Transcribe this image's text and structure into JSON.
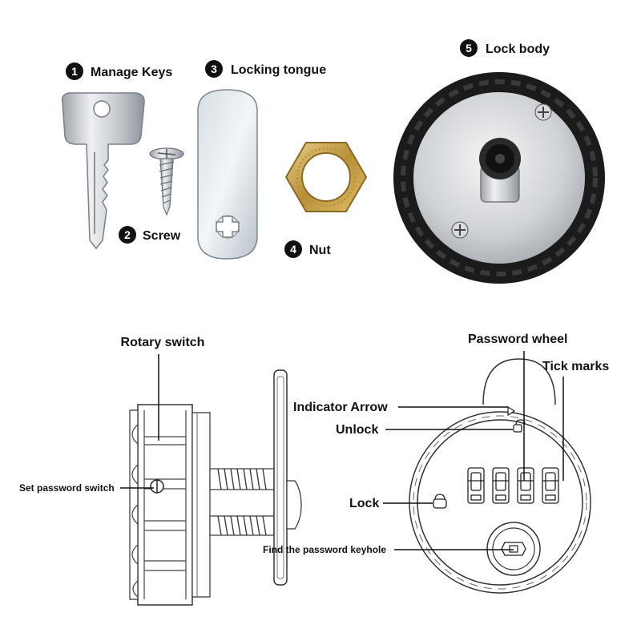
{
  "parts": [
    {
      "number": "1",
      "label": "Manage Keys"
    },
    {
      "number": "2",
      "label": "Screw"
    },
    {
      "number": "3",
      "label": "Locking tongue"
    },
    {
      "number": "4",
      "label": "Nut"
    },
    {
      "number": "5",
      "label": "Lock body"
    }
  ],
  "side_view": {
    "rotary_switch": "Rotary switch",
    "set_password_switch": "Set password switch"
  },
  "front_view": {
    "password_wheel": "Password wheel",
    "tick_marks": "Tick marks",
    "indicator_arrow": "Indicator Arrow",
    "unlock": "Unlock",
    "lock": "Lock",
    "find_keyhole": "Find the password keyhole"
  },
  "colors": {
    "badge": "#111111",
    "metal": "#c9ccd1",
    "brass": "#c8a24a",
    "lock_rim": "#1b1b1b"
  }
}
